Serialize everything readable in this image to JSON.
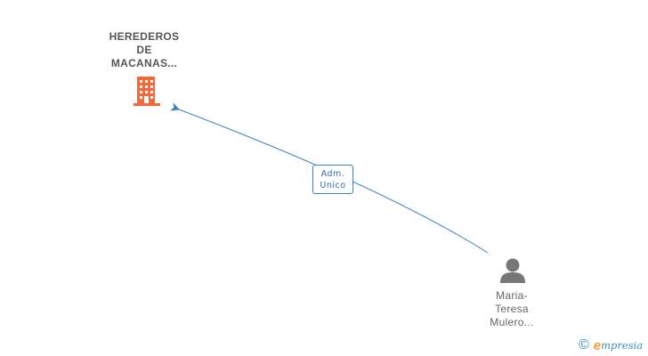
{
  "company": {
    "name_lines": [
      "HEREDEROS",
      "DE",
      "MACANAS..."
    ],
    "icon": "building-icon",
    "icon_color": "#f26a3c"
  },
  "person": {
    "name_lines": [
      "Maria-",
      "Teresa",
      "Mulero..."
    ],
    "icon": "person-icon",
    "icon_color": "#777777"
  },
  "relation": {
    "role_lines": [
      "Adm.",
      "Unico"
    ],
    "edge_color": "#3a7fc8"
  },
  "footer": {
    "copyright_symbol": "©",
    "brand_initial": "e",
    "brand_rest": "mpresia"
  }
}
